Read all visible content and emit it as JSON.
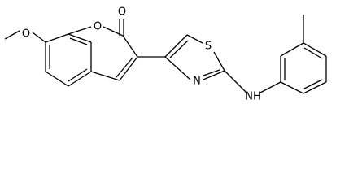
{
  "structure": {
    "labels": {
      "methoxy_oxygen": "O",
      "ring_oxygen": "O",
      "carbonyl_oxygen": "O",
      "thiazole_sulfur": "S",
      "thiazole_nitrogen": "N",
      "amine": "NH"
    },
    "colors": {
      "ink": "#000000",
      "background": "#ffffff"
    }
  }
}
